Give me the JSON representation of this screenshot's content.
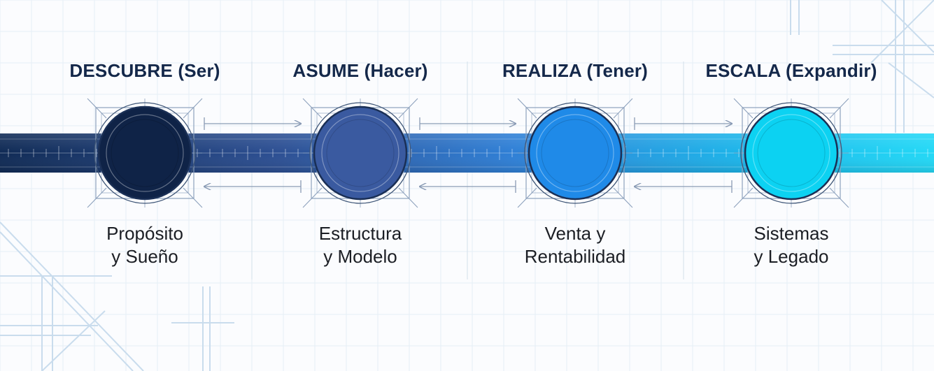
{
  "colors": {
    "background": "#fbfcfe",
    "grid": "#dde8f3",
    "title": "#14284a",
    "text": "#1b1e24",
    "band_start": "#0f2a55",
    "band_end": "#1fd3f5"
  },
  "stages": [
    {
      "title": "DESCUBRE (Ser)",
      "line1": "Propósito",
      "line2": "y Sueño",
      "color": "#0f2347",
      "icon": "circle-node-icon"
    },
    {
      "title": "ASUME (Hacer)",
      "line1": "Estructura",
      "line2": "y Modelo",
      "color": "#3a5aa0",
      "icon": "circle-node-icon"
    },
    {
      "title": "REALIZA (Tener)",
      "line1": "Venta y",
      "line2": "Rentabilidad",
      "color": "#1f8ae8",
      "icon": "circle-node-icon"
    },
    {
      "title": "ESCALA (Expandir)",
      "line1": "Sistemas",
      "line2": "y Legado",
      "color": "#0cd2f2",
      "icon": "circle-node-icon"
    }
  ],
  "connectors": [
    {
      "icon": "arrow-right-icon"
    },
    {
      "icon": "arrow-left-icon"
    }
  ]
}
